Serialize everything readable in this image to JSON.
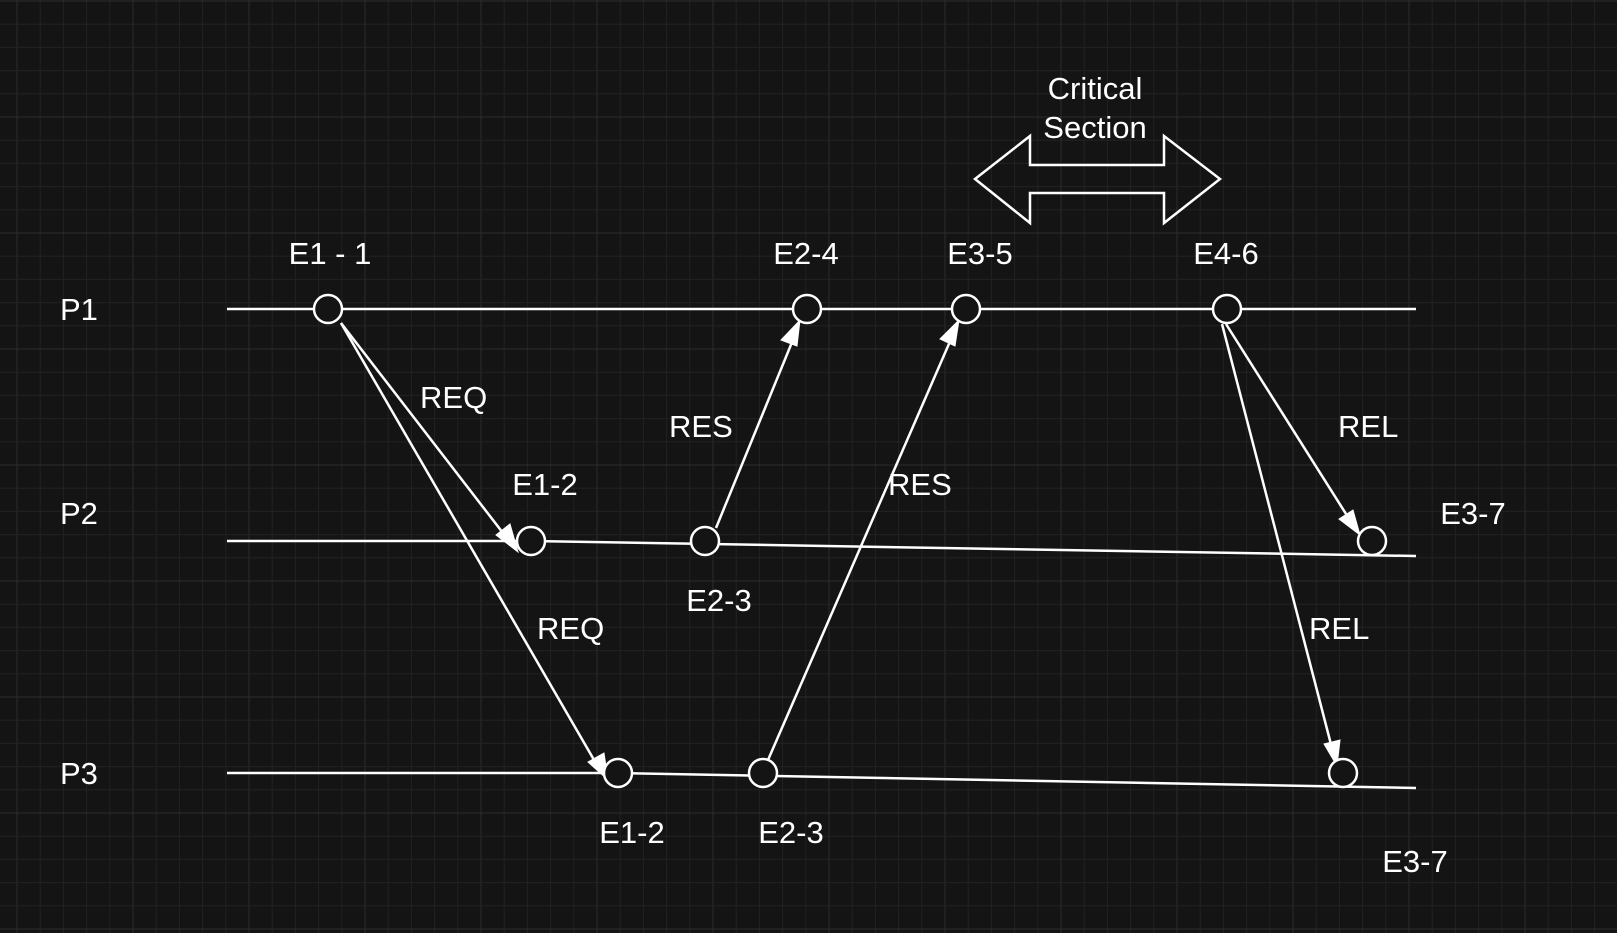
{
  "diagram": {
    "processes": [
      {
        "id": "P1",
        "label": "P1"
      },
      {
        "id": "P2",
        "label": "P2"
      },
      {
        "id": "P3",
        "label": "P3"
      }
    ],
    "events": [
      {
        "id": "p1-e1",
        "label": "E1 - 1"
      },
      {
        "id": "p1-e2",
        "label": "E2-4"
      },
      {
        "id": "p1-e3",
        "label": "E3-5"
      },
      {
        "id": "p1-e4",
        "label": "E4-6"
      },
      {
        "id": "p2-e1",
        "label": "E1-2"
      },
      {
        "id": "p2-e2",
        "label": "E2-3"
      },
      {
        "id": "p2-e3",
        "label": "E3-7"
      },
      {
        "id": "p3-e1",
        "label": "E1-2"
      },
      {
        "id": "p3-e2",
        "label": "E2-3"
      },
      {
        "id": "p3-e3",
        "label": "E3-7"
      }
    ],
    "messages": [
      {
        "from": "p1-e1",
        "to": "p2-e1",
        "label": "REQ"
      },
      {
        "from": "p1-e1",
        "to": "p3-e1",
        "label": "REQ"
      },
      {
        "from": "p2-e2",
        "to": "p1-e2",
        "label": "RES"
      },
      {
        "from": "p3-e2",
        "to": "p1-e3",
        "label": "RES"
      },
      {
        "from": "p1-e4",
        "to": "p2-e3",
        "label": "REL"
      },
      {
        "from": "p1-e4",
        "to": "p3-e3",
        "label": "REL"
      }
    ],
    "critical_section": {
      "label_line1": "Critical",
      "label_line2": "Section"
    }
  },
  "colors": {
    "background": "#141414",
    "foreground": "#ffffff",
    "grid": "#2d2d2d"
  }
}
